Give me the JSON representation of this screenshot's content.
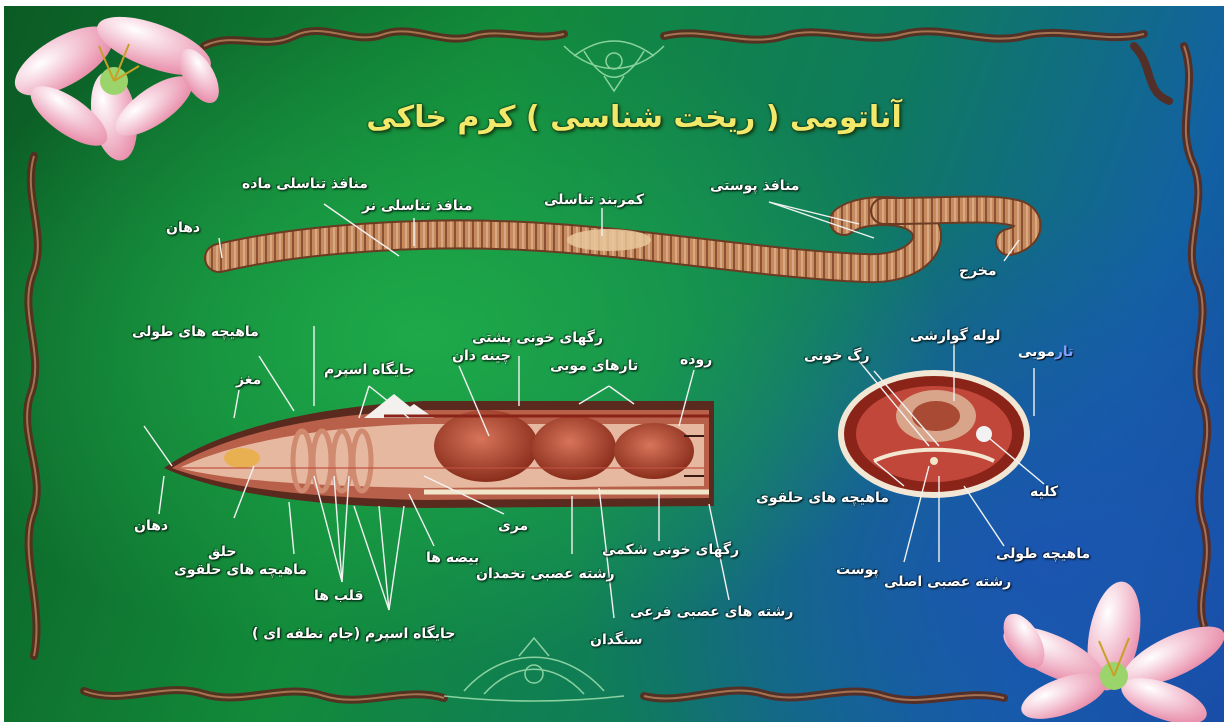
{
  "title": "آناتومی ( ریخت شناسی ) کرم خاکی",
  "colors": {
    "background_green": "#128a3a",
    "background_blue": "#1746a0",
    "title_yellow": "#f2e86a",
    "worm_skin": "#c98e63",
    "tissue_red": "#8a2418",
    "label_white": "#ffffff"
  },
  "external_view": {
    "labels": {
      "female_genital_pore": "منافذ تناسلی ماده",
      "male_genital_pore": "منافذ تناسلی نر",
      "mouth": "دهان",
      "clitellum": "کمربند تناسلی",
      "skin_pores": "منافذ پوستی",
      "anus": "مخرج"
    }
  },
  "longitudinal_section": {
    "labels": {
      "longitudinal_muscles": "ماهیچه های طولی",
      "brain": "مغز",
      "crop": "چینه دان",
      "seminal_vesicle": "جایگاه اسپرم",
      "dorsal_blood_vessels": "رگهای خونی پشتی",
      "setae": "تارهای مویی",
      "intestine": "روده",
      "mouth": "دهان",
      "pharynx": "حلق",
      "circular_muscles": "ماهیچه های حلقوی",
      "hearts": "قلب ها",
      "seminal_receptacle": "جایگاه اسپرم (جام نطفه ای )",
      "ovaries": "بیضه ها",
      "esophagus": "مری",
      "ventral_nerve_cord": "رشته عصبی تخمدان",
      "ventral_blood_vessels": "رگهای خونی شکمی",
      "gizzard": "سنگدان",
      "lateral_nerves": "رشته های عصبی فرعی"
    }
  },
  "cross_section": {
    "labels": {
      "digestive_tube": "لوله گوارشی",
      "blood_vessel": "رگ خونی",
      "seta_prefix": "تار",
      "seta_suffix": "مویی",
      "kidney": "کلیه",
      "circular_muscles": "ماهیچه های حلقوی",
      "longitudinal_muscle": "ماهیچه طولی",
      "skin": "پوست",
      "main_nerve_cord": "رشته عصبی اصلی"
    }
  },
  "icons": [
    "lily-flower-top-left",
    "lily-flower-bottom-right",
    "ornament-top",
    "ornament-bottom",
    "worm-border-frame"
  ]
}
